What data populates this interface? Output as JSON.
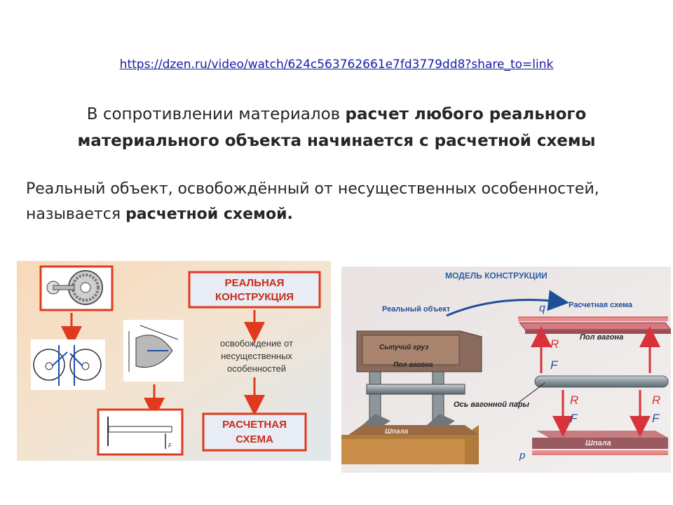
{
  "slide": {
    "link": "https://dzen.ru/video/watch/624c563762661e7fd3779dd8?share_to=link",
    "heading": {
      "plain": "В сопротивлении материалов ",
      "bold": "расчет любого реального материального объекта начинается с расчетной схемы"
    },
    "paragraph": {
      "plain": "Реальный объект, освобождённый от несущественных особенностей, называется ",
      "bold": "расчетной схемой."
    }
  },
  "left_figure": {
    "real_construction": [
      "РЕАЛЬНАЯ",
      "КОНСТРУКЦИЯ"
    ],
    "release_text": [
      "освобождение от",
      "несущественных",
      "особенностей"
    ],
    "design_scheme": [
      "РАСЧЕТНАЯ",
      "СХЕМА"
    ],
    "force_label": "F",
    "colors": {
      "frame": "#e03a1e",
      "box_fill": "#e7ecf5",
      "box_text": "#cc2b1a",
      "arrow": "#e03a1e"
    }
  },
  "right_figure": {
    "title": "МОДЕЛЬ КОНСТРУКЦИИ",
    "real_object": "Реальный объект",
    "load_q": "q",
    "design_scheme": "Расчетная схема",
    "wagon_floor_top": "Пол вагона",
    "bulk_cargo": "Сыпучий груз",
    "wagon_floor": "Пол вагона",
    "axle_label": "Ось вагонной пары",
    "sleeper_left": "Шпала",
    "sleeper_right": "Шпала",
    "reaction": "R",
    "force": "F",
    "pressure": "p",
    "colors": {
      "title": "#2f5fa8",
      "label": "#1f4f99",
      "red": "#d8323a"
    }
  }
}
